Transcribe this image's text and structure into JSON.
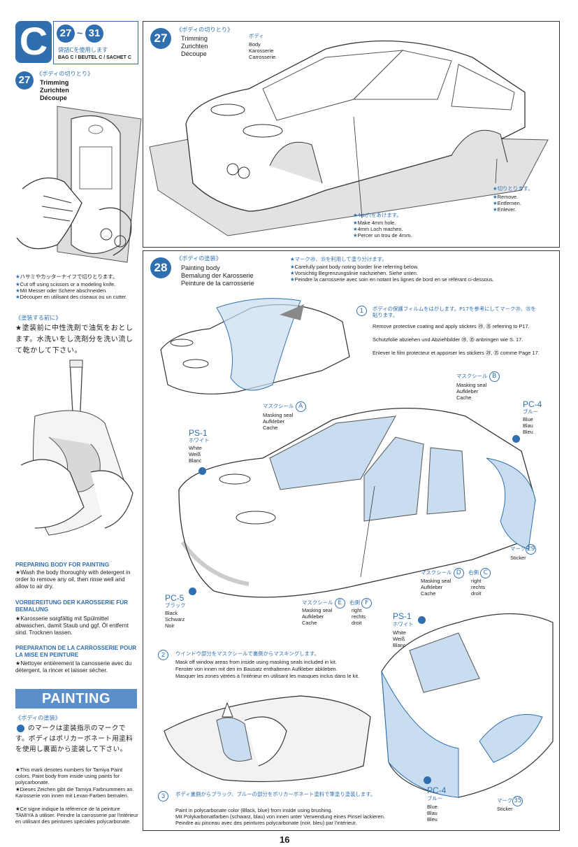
{
  "header": {
    "section_letter": "C",
    "range_start": "27",
    "range_sep": "~",
    "range_end": "31",
    "bag_jp": "袋詰Cを使用します",
    "bag_label": "BAG C / BEUTEL C / SACHET C"
  },
  "step27_side": {
    "num": "27",
    "jp": "《ボディの切りとり》",
    "en": "Trimming",
    "de": "Zurichten",
    "fr": "Découpe",
    "notes": [
      {
        "star": "★",
        "text": "ハサミやカッターナイフで切りとります。"
      },
      {
        "star": "★",
        "text": "Cut off using scissors or a modeling knife."
      },
      {
        "star": "★",
        "text": "Mit Messer oder Schere abschneiden."
      },
      {
        "star": "★",
        "text": "Découper en utilisant des ciseaux ou un cutter."
      }
    ]
  },
  "prewash": {
    "jp_title": "《塗装する前に》",
    "jp_body": "★塗装前に中性洗剤で油気をおとします。水洗いをし洗剤分を洗い流して乾かして下さい。",
    "en_title": "PREPARING BODY FOR PAINTING",
    "en_body": "★Wash the body thoroughly with detergent in order to remove any oil, then rinse well and allow to air dry.",
    "de_title": "VORBEREITUNG DER KAROSSERIE FÜR BEMALUNG",
    "de_body": "★Karosserie sorgfältig mit Spülmittel abwaschen, damit Staub und ggf. Öl entfernt sind. Trocknen lassen.",
    "fr_title": "PREPARATION DE LA CARROSSERIE POUR LA MISE EN PEINTURE",
    "fr_body": "★Nettoyer entièrement la carrosserie avec du détergent, la rincer et laisser sécher."
  },
  "painting_banner": {
    "title": "PAINTING",
    "jp_title": "《ボディの塗装》",
    "jp_body": "のマークは塗装指示のマークです。ボディはポリカーボネート用塗料を使用し裏面から塗装して下さい。",
    "notes": [
      "★This mark denotes numbers for Tamiya Paint colors. Paint body from inside using paints for polycarbonate.",
      "★Dieses Zeichen gibt die Tamiya Farbnummern an. Karosserie von innen mit Lexan-Farben bemalen.",
      "★Ce signe indique la référence de la peinture TAMIYA à utiliser. Peindre la carrosserie par l'intérieur en utilisant des peintures spéciales polycarbonate."
    ]
  },
  "step27_main": {
    "num": "27",
    "jp": "《ボディの切りとり》",
    "en": "Trimming",
    "de": "Zurichten",
    "fr": "Découpe",
    "body_jp": "ボディ",
    "body_labels": [
      "Body",
      "Karosserie",
      "Carrosserie"
    ],
    "hole_jp": "★4㎜穴をあけます。",
    "hole_notes": [
      "Make 4mm hole.",
      "4mm Loch machen.",
      "Percer un trou de 4mm."
    ],
    "cut_jp": "★切りとります。",
    "cut_notes": [
      "Remove.",
      "Entfernen.",
      "Enlever."
    ]
  },
  "step28": {
    "num": "28",
    "jp": "《ボディの塗装》",
    "en": "Painting body",
    "de": "Bemalung der Karosserie",
    "fr": "Peinture de la carrosserie",
    "notes_jp": "★マーク㉙、㉟を利用して塗り分けます。",
    "notes": [
      "Carefully paint body noting border line referring below.",
      "Vorsichtig Begrenzungslinie nachziehen. Siehe unten.",
      "Peindre la carrosserie avec soin en notant les lignes de bord en se référant ci-dessous."
    ],
    "sub1": {
      "num": "1",
      "jp": "ボディの保護フィルムをはがします。P17を参考にしてマーク㉙、㉟を貼ります。",
      "en": "Remove protective coating and apply stickers ㉙, ㉟ referring to P17.",
      "de": "Schutzfolie abziehen und Abziehbilder ㉙, ㉟ anbringen wie S. 17.",
      "fr": "Enlever le film protecteur et apporser les stickers ㉙, ㉟ comme Page 17."
    },
    "sub2": {
      "num": "2",
      "jp": "ウインドウ部分をマスクシールで裏側からマスキングします。",
      "en": "Mask off window areas from inside using masking seals included in kit.",
      "de": "Fenster von innen mit den im Bausatz enthaltenen Aufkleber abkleben.",
      "fr": "Masquer les zones vitrées à l'intérieur en utilisant les masques inclus dans le kit."
    },
    "sub3": {
      "num": "3",
      "jp": "ボディ裏側からブラック、ブルーの部分をポリカーボネート塗料で筆塗り塗装します。",
      "en": "Paint in polycarbonate color (Black, blue) from inside using brushing.",
      "de": "Mit Polykarbonatfarben (schwarz, blau) von innen unter Verwendung eines Pinsel lackieren.",
      "fr": "Peindre au pinceau avec des peintures polycarbonate (noir, bleu) par l'intérieur."
    },
    "masks": {
      "a": {
        "jp": "マスクシール",
        "letter": "A",
        "labels": [
          "Masking seal",
          "Aufkleber",
          "Cache"
        ]
      },
      "b": {
        "jp": "マスクシール",
        "letter": "B",
        "labels": [
          "Masking seal",
          "Aufkleber",
          "Cache"
        ]
      },
      "d": {
        "jp": "マスクシール",
        "letter": "D",
        "side_jp": "右側",
        "side_letter": "C",
        "labels": [
          "Masking seal",
          "Aufkleber",
          "Cache"
        ],
        "side_labels": [
          "right",
          "rechts",
          "droit"
        ]
      },
      "e": {
        "jp": "マスクシール",
        "letter": "E",
        "side_jp": "右側",
        "side_letter": "F",
        "labels": [
          "Masking seal",
          "Aufkleber",
          "Cache"
        ],
        "side_labels": [
          "right",
          "rechts",
          "droit"
        ]
      }
    },
    "paints": {
      "ps1_a": {
        "code": "PS-1",
        "jp": "ホワイト",
        "labels": [
          "White",
          "Weiß",
          "Blanc"
        ]
      },
      "pc4_a": {
        "code": "PC-4",
        "jp": "ブルー",
        "labels": [
          "Blue",
          "Blau",
          "Bleu"
        ]
      },
      "pc5": {
        "code": "PC-5",
        "jp": "ブラック",
        "labels": [
          "Black",
          "Schwarz",
          "Noir"
        ]
      },
      "ps1_b": {
        "code": "PS-1",
        "jp": "ホワイト",
        "labels": [
          "White",
          "Weiß",
          "Blanc"
        ]
      },
      "pc4_b": {
        "code": "PC-4",
        "jp": "ブルー",
        "labels": [
          "Blue",
          "Blau",
          "Bleu"
        ]
      }
    },
    "stickers": {
      "s29": {
        "jp": "マーク",
        "num": "29",
        "label": "Sticker"
      },
      "s35": {
        "jp": "マーク",
        "num": "35",
        "label": "Sticker"
      }
    }
  },
  "page_number": "16",
  "colors": {
    "accent": "#2f6fb0",
    "paint_blue": "#c9ddf0",
    "banner": "#5b8fc9"
  }
}
